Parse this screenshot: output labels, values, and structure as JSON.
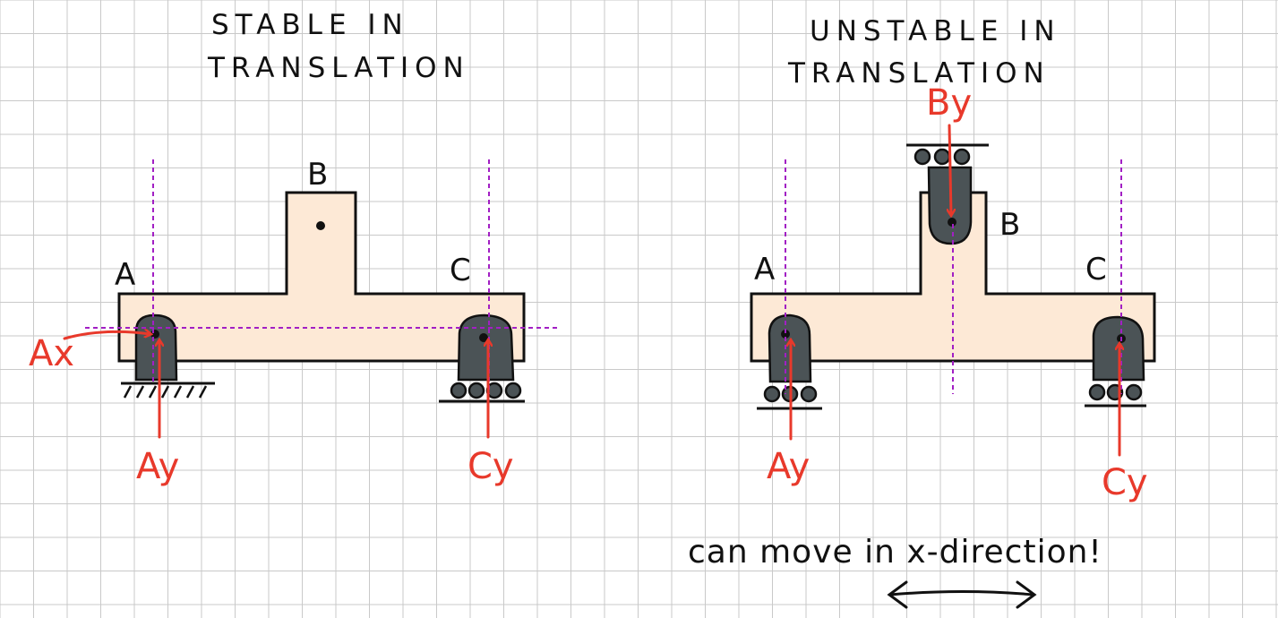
{
  "diagrams": [
    {
      "title_line1": "STABLE IN",
      "title_line2": "TRANSLATION",
      "labels": {
        "a": "A",
        "b": "B",
        "c": "C"
      },
      "forces": {
        "ax": "Ax",
        "ay": "Ay",
        "cy": "Cy"
      },
      "supports": {
        "a": "pin",
        "c": "roller"
      }
    },
    {
      "title_line1": "UNSTABLE IN",
      "title_line2": "TRANSLATION",
      "labels": {
        "a": "A",
        "b": "B",
        "c": "C"
      },
      "forces": {
        "by": "By",
        "ay": "Ay",
        "cy": "Cy"
      },
      "supports": {
        "a": "roller",
        "b": "roller",
        "c": "roller"
      }
    }
  ],
  "note": "can move in x-direction!",
  "colors": {
    "grid": "#c9c9c9",
    "body_fill": "#fde9d6",
    "support_fill": "#4b5356",
    "force": "#e8392b",
    "guide": "#a21fc4"
  }
}
